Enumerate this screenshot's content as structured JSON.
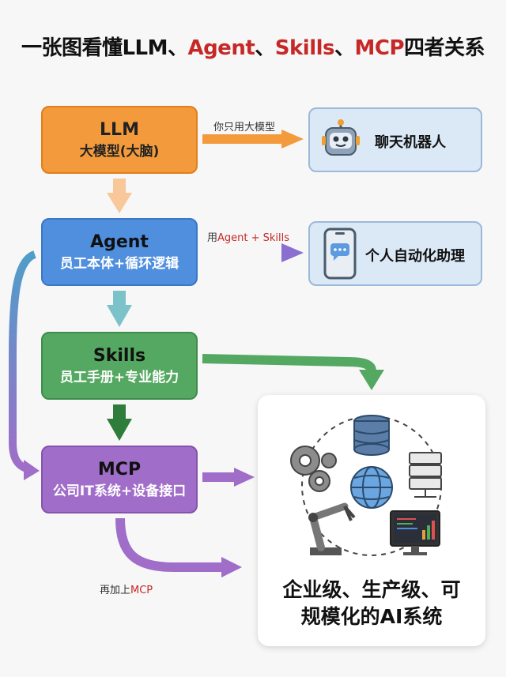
{
  "title": {
    "part1": "一张图看懂LLM、",
    "agent": "Agent",
    "sep1": "、",
    "skills": "Skills",
    "sep2": "、",
    "mcp": "MCP",
    "part2": "四者关系"
  },
  "boxes": {
    "llm": {
      "title": "LLM",
      "sub": "大模型(大脑)"
    },
    "agent": {
      "title": "Agent",
      "sub": "员工本体+循环逻辑"
    },
    "skills": {
      "title": "Skills",
      "sub": "员工手册+专业能力"
    },
    "mcp": {
      "title": "MCP",
      "sub": "公司IT系统+设备接口"
    }
  },
  "results": {
    "chatbot": "聊天机器人",
    "assistant": "个人自动化助理",
    "enterprise_line1": "企业级、生产级、可",
    "enterprise_line2": "规模化的AI系统"
  },
  "edge_labels": {
    "llm_only": "你只用大模型",
    "agent_skills_pre": "用",
    "agent_skills": "Agent + Skills",
    "plus_mcp_pre": "再加上",
    "plus_mcp": "MCP"
  },
  "colors": {
    "orange": "#f39a3c",
    "blue": "#4f8fde",
    "green": "#55a862",
    "purple": "#a06dc9",
    "red": "#c62828"
  },
  "icons": [
    "robot-icon",
    "phone-chat-icon",
    "database-icon",
    "gears-icon",
    "server-icon",
    "globe-icon",
    "robot-arm-icon",
    "monitor-chart-icon"
  ]
}
